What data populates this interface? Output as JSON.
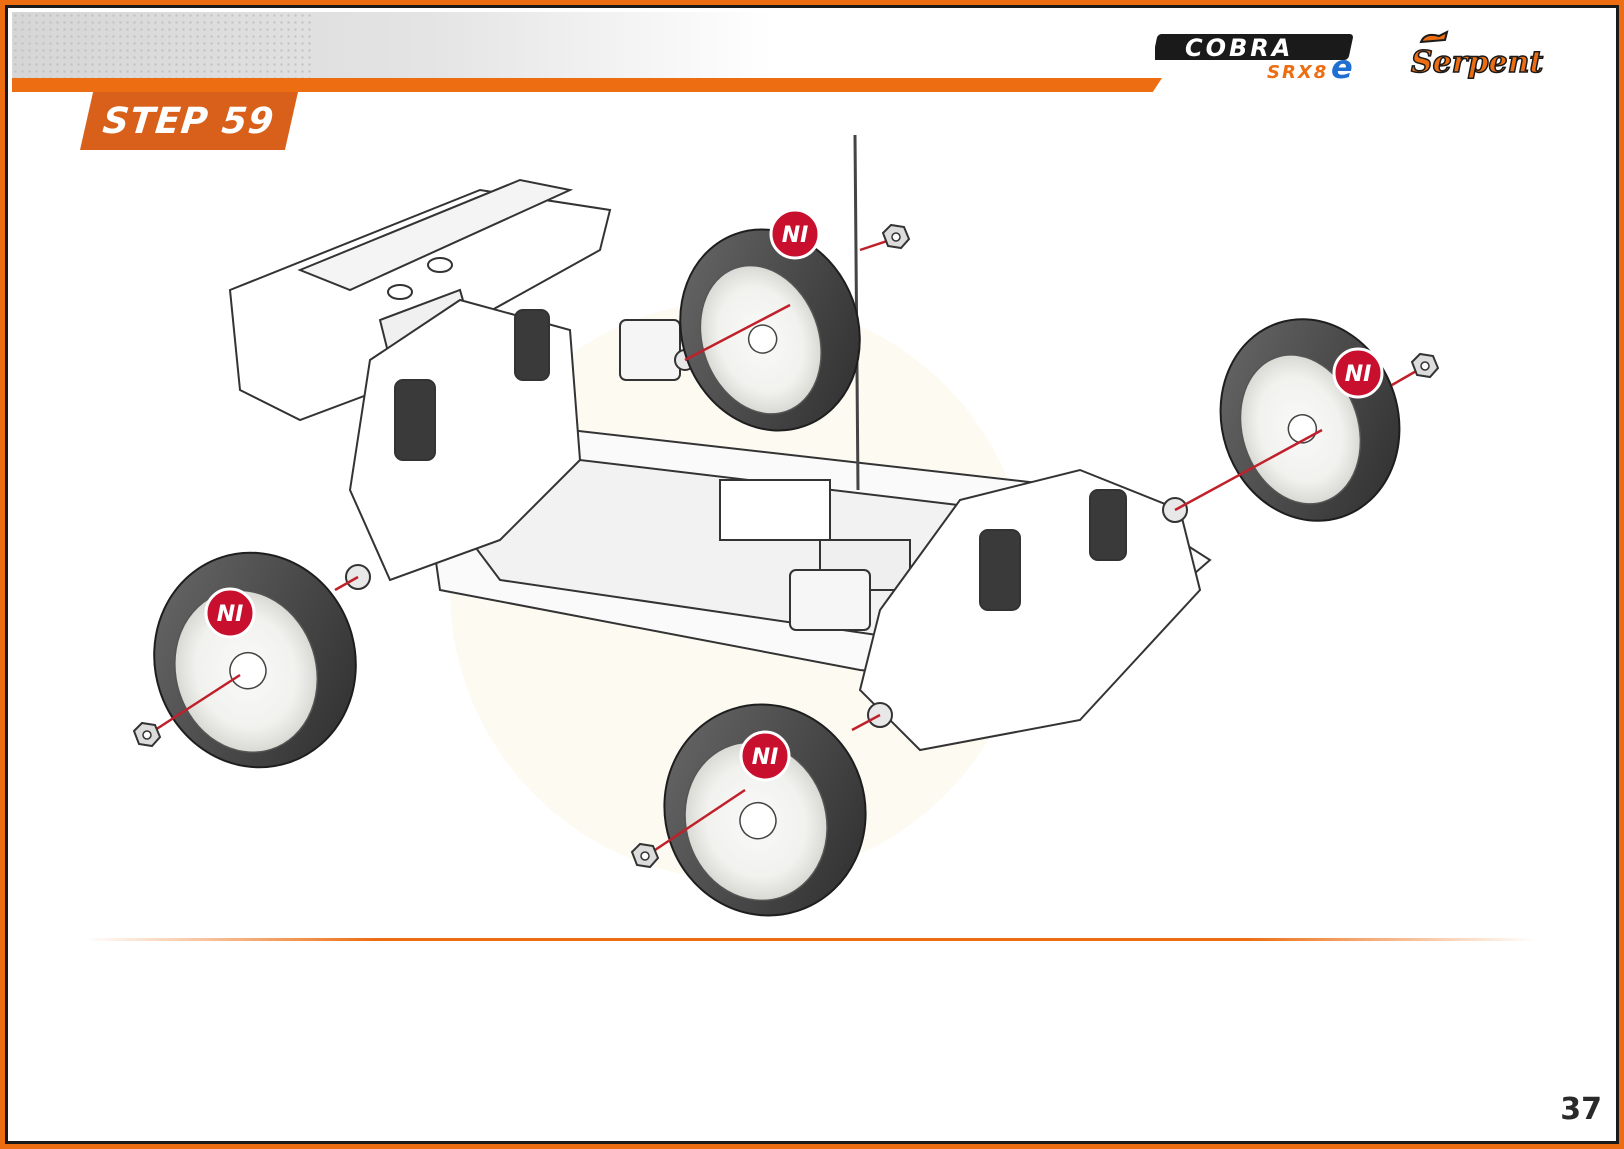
{
  "step": {
    "label": "STEP 59"
  },
  "branding": {
    "model_logo": "COBRA SRX8e",
    "model_logo_line1": "COBRA",
    "model_logo_line2": "SRX8",
    "model_logo_suffix": "e",
    "maker_logo": "Serpent",
    "accent_color": "#ed6d12",
    "logo_blue": "#1f6fd1"
  },
  "callouts": {
    "badge_text": "NI"
  },
  "page": {
    "number": "37"
  },
  "icons": {
    "wheel": "wheel-icon",
    "nut": "nut-icon",
    "badge": "ni-badge-icon"
  }
}
